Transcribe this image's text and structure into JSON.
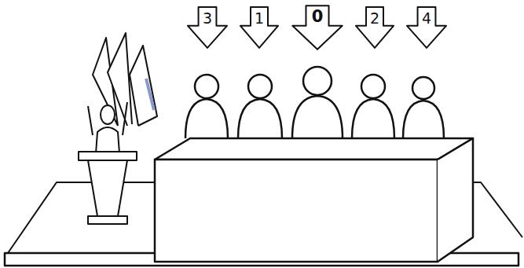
{
  "diagram": {
    "nodes": [
      {
        "text": [
          "3"
        ]
      },
      {
        "text": [
          "1"
        ]
      },
      {
        "text": [
          "0"
        ]
      },
      {
        "text": [
          "2"
        ]
      },
      {
        "text": [
          "4"
        ]
      }
    ]
  }
}
